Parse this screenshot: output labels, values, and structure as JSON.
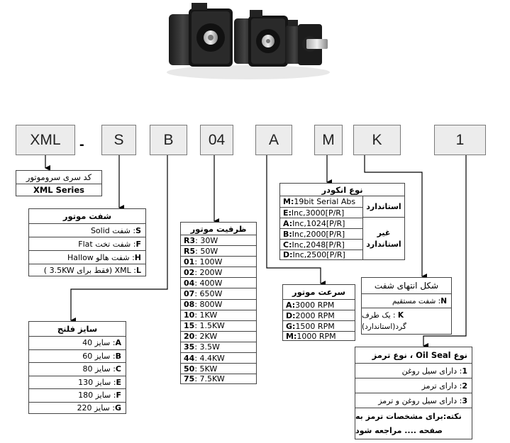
{
  "codes": [
    "XML",
    "-",
    "S",
    "B",
    "04",
    "A",
    "M",
    "K",
    "1"
  ],
  "series_box": {
    "title": "کد سری سروموتور",
    "value": "XML Series"
  },
  "shaft_type": {
    "title": "شفت موتور",
    "rows": [
      {
        "code": "S",
        "label": ": شفت Solid"
      },
      {
        "code": "F",
        "label": ": شفت تخت Flat"
      },
      {
        "code": "H",
        "label": ": شفت هالو Hallow"
      },
      {
        "code": "L",
        "label": ": XML (فقط برای 3.5KW )"
      }
    ]
  },
  "flange": {
    "title": "سایز فلنج",
    "rows": [
      {
        "code": "A",
        "label": ": سایز 40"
      },
      {
        "code": "B",
        "label": ": سایز 60"
      },
      {
        "code": "C",
        "label": ": سایز 80"
      },
      {
        "code": "E",
        "label": ": سایز 130"
      },
      {
        "code": "F",
        "label": ": سایز 180"
      },
      {
        "code": "G",
        "label": ": سایز 220"
      }
    ]
  },
  "capacity": {
    "title": "ظرفیت موتور",
    "rows": [
      {
        "code": "R3",
        "value": ": 30W"
      },
      {
        "code": "R5",
        "value": ": 50W"
      },
      {
        "code": "01",
        "value": ": 100W"
      },
      {
        "code": "02",
        "value": ": 200W"
      },
      {
        "code": "04",
        "value": ": 400W"
      },
      {
        "code": "07",
        "value": ": 650W"
      },
      {
        "code": "08",
        "value": ": 800W"
      },
      {
        "code": "10",
        "value": ": 1KW"
      },
      {
        "code": "15",
        "value": ": 1.5KW"
      },
      {
        "code": "20",
        "value": ": 2KW"
      },
      {
        "code": "35",
        "value": ": 3.5W"
      },
      {
        "code": "44",
        "value": ": 4.4KW"
      },
      {
        "code": "50",
        "value": ": 5KW"
      },
      {
        "code": "75",
        "value": ": 7.5KW"
      }
    ]
  },
  "encoder": {
    "title": "نوع انکودر",
    "rows": [
      {
        "code": "M:",
        "value": "19bit Serial Abs"
      },
      {
        "code": "E:",
        "value": "Inc,3000[P/R]"
      },
      {
        "code": "A:",
        "value": " Inc,1024[P/R]"
      },
      {
        "code": "B:",
        "value": " Inc,2000[P/R]"
      },
      {
        "code": "C:",
        "value": " Inc,2048[P/R]"
      },
      {
        "code": "D:",
        "value": " Inc,2500[P/R]"
      }
    ],
    "standard": "استاندارد",
    "non_standard_1": "غیر",
    "non_standard_2": "استاندارد"
  },
  "speed": {
    "title": "سرعت موتور",
    "rows": [
      {
        "code": "A:",
        "value": "3000 RPM"
      },
      {
        "code": "D:",
        "value": "2000 RPM"
      },
      {
        "code": "G:",
        "value": "1500 RPM"
      },
      {
        "code": "M:",
        "value": "1000 RPM"
      }
    ]
  },
  "shaft_end": {
    "title": "شکل انتهای شفت",
    "rows": [
      {
        "code": "N",
        "label": " : شفت مستقیم"
      },
      {
        "code": "K",
        "label": " : یک طرف",
        "label2": "گرد(استاندارد)"
      }
    ]
  },
  "oil_seal": {
    "title": "نوع Oil Seal ، نوع ترمز",
    "rows": [
      {
        "code": "1",
        "label": " : دارای سیل روغن"
      },
      {
        "code": "2",
        "label": " : دارای ترمز"
      },
      {
        "code": "3",
        "label": " : دارای سیل روغن و ترمز"
      }
    ],
    "note_1": "نکته:برای مشخصات ترمز به",
    "note_2": "صفحه .... مراجعه شود"
  }
}
